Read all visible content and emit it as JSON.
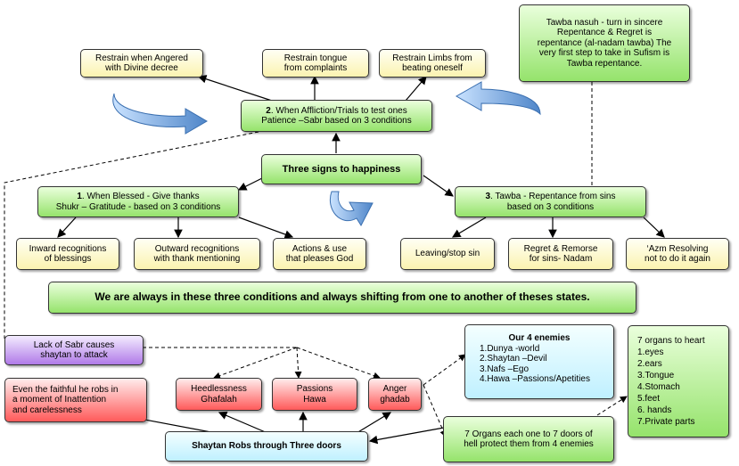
{
  "center": {
    "label": "Three signs to happiness"
  },
  "patience": {
    "number": "2",
    "label": ". When Affliction/Trials to test ones\nPatience –Sabr based on 3 conditions",
    "conditions": [
      "Restrain when Angered\nwith Divine decree",
      "Restrain tongue\nfrom complaints",
      "Restrain Limbs from\nbeating oneself"
    ]
  },
  "gratitude": {
    "number": "1",
    "label": ". When Blessed - Give thanks\nShukr – Gratitude - based on 3 conditions",
    "conditions": [
      "Inward recognitions\nof blessings",
      "Outward recognitions\nwith thank mentioning",
      "Actions & use\nthat pleases God"
    ]
  },
  "repentance": {
    "number": "3",
    "label": ". Tawba - Repentance from sins\nbased on 3 conditions",
    "conditions": [
      "Leaving/stop sin",
      "Regret & Remorse\nfor sins- Nadam",
      "‘Azm Resolving\nnot to do it again"
    ]
  },
  "tawba_note": "Tawba nasuh - turn in sincere\nRepentance & Regret is\nrepentance (al-nadam tawba) The\nvery first step to take in Sufism is\nTawba repentance.",
  "banner": "We are always in these three conditions and always shifting from one to another of theses states.",
  "lack_sabr": "Lack of Sabr  causes\nshaytan to attack",
  "faithful": "Even the faithful he robs in\na moment of Inattention\nand carelessness",
  "doors": [
    "Heedlessness\nGhafalah",
    "Passions\nHawa",
    "Anger\nghadab"
  ],
  "shaytan_robs": "Shaytan Robs through Three doors",
  "enemies": {
    "title": "Our 4 enemies",
    "items": [
      "1.Dunya -world",
      "2.Shaytan –Devil",
      "3.Nafs –Ego",
      "4.Hawa –Passions/Apetities"
    ]
  },
  "organs_list": {
    "title": "7 organs to heart",
    "items": [
      "1.eyes",
      "2.ears",
      "3.Tongue",
      "4.Stomach",
      "5.feet",
      "6. hands",
      "7.Private parts"
    ]
  },
  "seven_organs": "7 Organs  each  one to 7 doors of\nhell  protect them from  4 enemies",
  "colors": {
    "yellow": "#fbf3b0",
    "green": "#95e36b",
    "light_blue": "#bff0ff",
    "red": "#ff5a5a",
    "purple": "#b07ae8",
    "arrow_blue": "#5b8fcf"
  }
}
